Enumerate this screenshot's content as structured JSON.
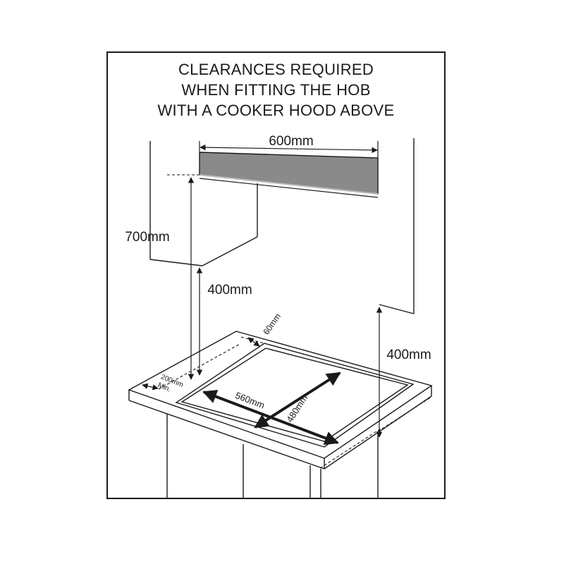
{
  "title": {
    "line1": "CLEARANCES REQUIRED",
    "line2": "WHEN FITTING THE HOB",
    "line3": "WITH A COOKER HOOD ABOVE"
  },
  "dimensions": {
    "hood_width": "600mm",
    "cabinet_height": "700mm",
    "hood_to_hob_left": "400mm",
    "hood_to_hob_right": "400mm",
    "back_clearance": "60mm",
    "side_clearance": "200mm",
    "side_clearance_note": "Min.",
    "hob_width": "560mm",
    "hob_depth": "480mm"
  },
  "colors": {
    "line": "#1a1a1a",
    "hood_fill": "#8a8a8a",
    "hood_edge": "#b8b8b8"
  }
}
